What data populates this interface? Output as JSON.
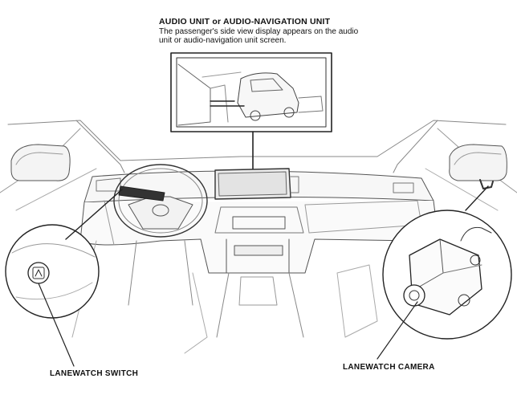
{
  "header": {
    "title": "AUDIO UNIT or AUDIO-NAVIGATION UNIT",
    "description": "The passenger's side view display appears on the audio unit or audio-navigation unit screen."
  },
  "callouts": {
    "switch": "LANEWATCH SWITCH",
    "camera": "LANEWATCH CAMERA"
  }
}
